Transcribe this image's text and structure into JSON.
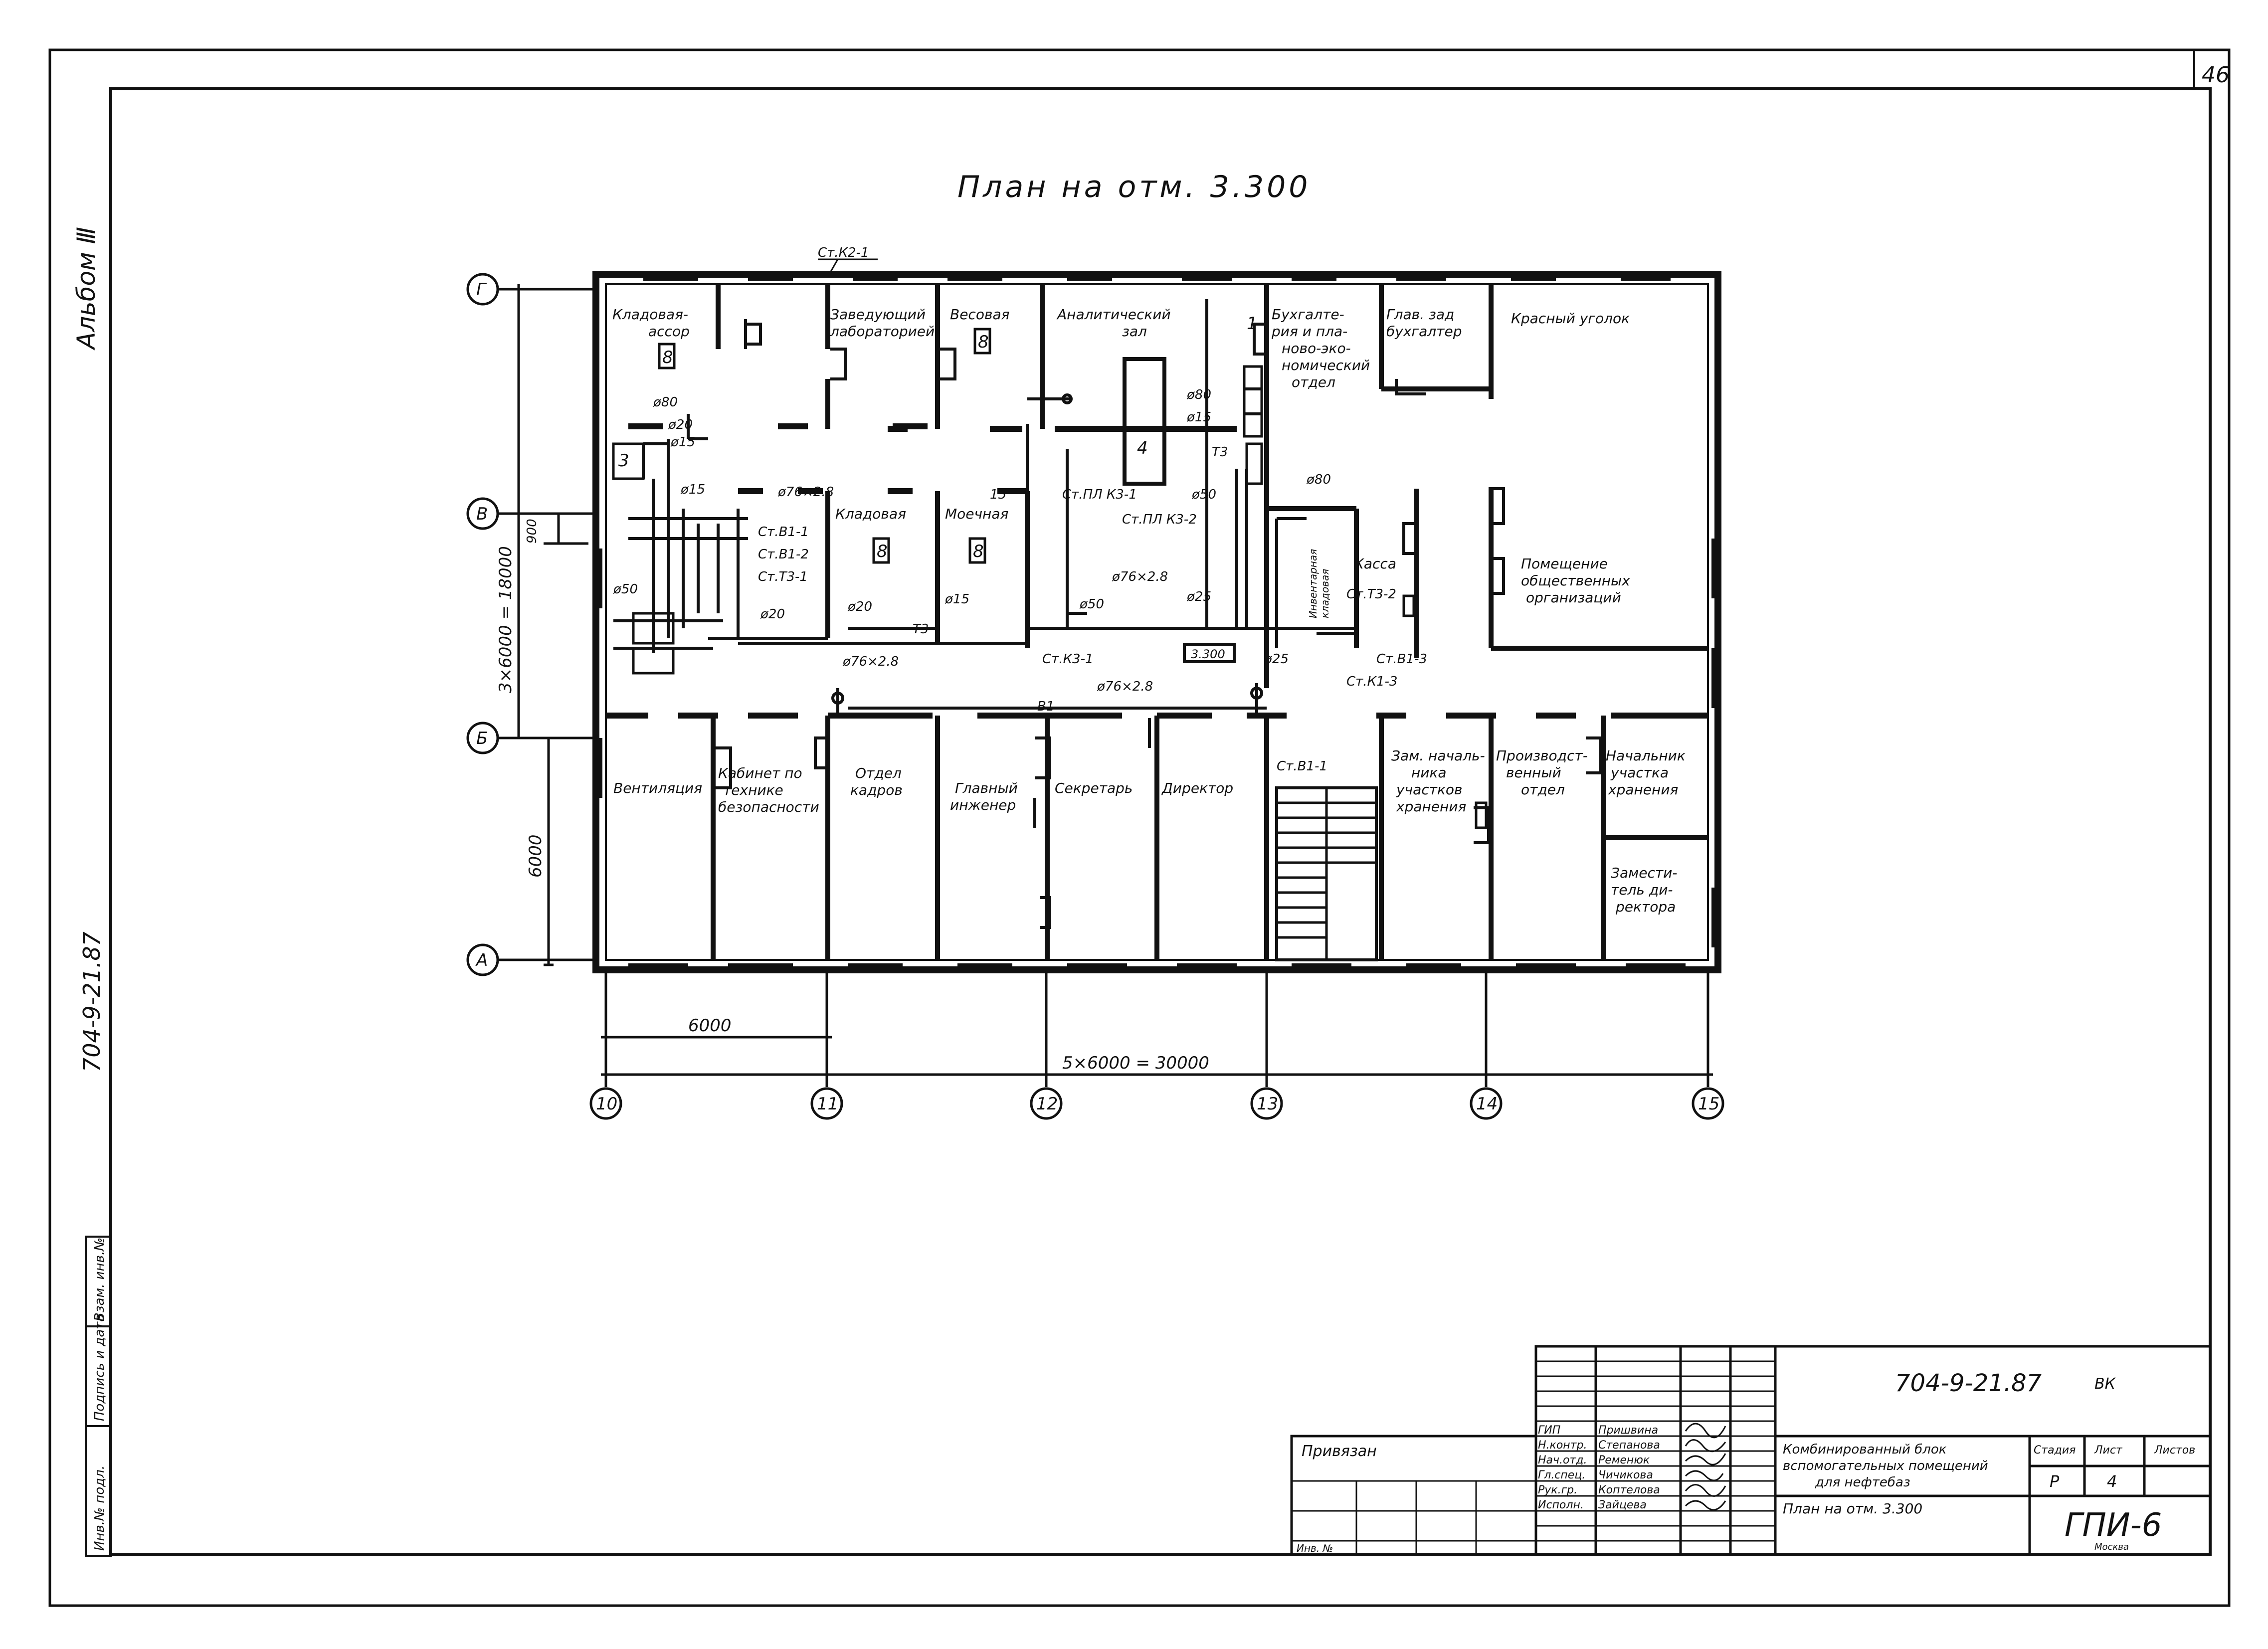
{
  "sheet_number": "46",
  "album_label": "Альбом Ⅲ",
  "side_code": "704-9-21.87",
  "side_stamp": [
    "Инв.№ подл.",
    "Подпись и дата",
    "Взам. инв.№"
  ],
  "title": "План на отм. 3.300",
  "axes_rows": [
    "Г",
    "В",
    "Б",
    "А"
  ],
  "axes_cols": [
    "10",
    "11",
    "12",
    "13",
    "14",
    "15"
  ],
  "dims": {
    "left_top": "3×6000 = 18000",
    "left_bottom": "6000",
    "left_small": "900",
    "bottom_one": "6000",
    "bottom_total": "5×6000 = 30000"
  },
  "rooms": {
    "r1": [
      "Кладовая-",
      "ассор"
    ],
    "r2": [
      "Заведующий",
      "лабораторией"
    ],
    "r3": [
      "Весовая"
    ],
    "r4": [
      "Аналитический",
      "зал"
    ],
    "r5": [
      "Бухгалте-",
      "рия и пла-",
      "ново-эко-",
      "номический",
      "отдел"
    ],
    "r6": [
      "Глав. зад",
      "бухгалтер"
    ],
    "r7": [
      "Красный уголок"
    ],
    "r8": [
      "Кладовая"
    ],
    "r9": [
      "Моечная"
    ],
    "r10": [
      "Касса"
    ],
    "r11": [
      "Помещение",
      "общественных",
      "организаций"
    ],
    "r12": [
      "Вентиляция"
    ],
    "r13": [
      "Кабинет по",
      "технике",
      "безопасности"
    ],
    "r14": [
      "Отдел",
      "кадров"
    ],
    "r15": [
      "Главный",
      "инженер"
    ],
    "r16": [
      "Секретарь"
    ],
    "r17": [
      "Директор"
    ],
    "r18": [
      "Зам. началь-",
      "ника",
      "участков",
      "хранения"
    ],
    "r19": [
      "Производст-",
      "венный",
      "отдел"
    ],
    "r20": [
      "Начальник",
      "участка",
      "хранения"
    ],
    "r21": [
      "Замести-",
      "тель ди-",
      "ректора"
    ],
    "r22": [
      "Инвентарная",
      "кладовая"
    ]
  },
  "pipe_labels": {
    "st_k21": "Ст.К2-1",
    "st_k31": "Ст.ПЛ К3-1",
    "st_k32": "Ст.ПЛ К3-2",
    "st_v11": "Ст.В1-1",
    "st_v12": "Ст.В1-2",
    "st_t31": "Ст.Т3-1",
    "st_t32": "Ст.Т3-2",
    "st_k3_1": "Ст.К3-1",
    "st_v13": "Ст.В1-3",
    "st_k13": "Ст.К1-3",
    "st_v11b": "Ст.В1-1",
    "el": "3.300",
    "d80a": "ø80",
    "d20a": "ø20",
    "d15a": "ø15",
    "d80b": "ø80",
    "d15b": "ø15",
    "d50": "ø50",
    "d80c": "ø80",
    "d76a": "ø76×2.8",
    "d76b": "ø76×2.8",
    "d76c": "ø76×2.8",
    "d76d": "ø76×2.8",
    "d20b": "ø20",
    "d15c": "ø15",
    "d50b": "ø50",
    "d25a": "ø25",
    "d25b": "ø25",
    "d20c": "ø20",
    "d50c": "ø50",
    "d15d": "15",
    "d15e": "ø15",
    "b1": "В1",
    "t3": "Т3",
    "t3b": "Т3"
  },
  "titleblock": {
    "code": "704-9-21.87",
    "mark": "ВК",
    "object": [
      "Комбинированный блок",
      "вспомогательных помещений",
      "для нефтебаз"
    ],
    "sheet_title": "План на отм. 3.300",
    "stage_h": "Стадия",
    "list_h": "Лист",
    "lists_h": "Листов",
    "stage": "Р",
    "list": "4",
    "org": "ГПИ-6",
    "city": "Москва",
    "privyazan": "Привязан",
    "inv": "Инв. №",
    "roles": [
      "ГИП",
      "Н.контр.",
      "Нач.отд.",
      "Гл.спец.",
      "Рук.гр.",
      "Исполн."
    ],
    "names": [
      "Пришвина",
      "Степанова",
      "Ременюк",
      "Чичикова",
      "Коптелова",
      "Зайцева"
    ]
  }
}
